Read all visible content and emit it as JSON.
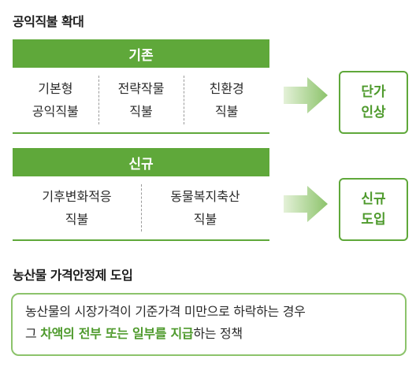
{
  "expand_section": {
    "title": "공익직불 확대",
    "existing": {
      "header": "기존",
      "items": [
        [
          "기본형",
          "공익직불"
        ],
        [
          "전략작물",
          "직불"
        ],
        [
          "친환경",
          "직불"
        ]
      ],
      "result": [
        "단가",
        "인상"
      ]
    },
    "new": {
      "header": "신규",
      "items": [
        [
          "기후변화적응",
          "직불"
        ],
        [
          "동물복지축산",
          "직불"
        ]
      ],
      "result": [
        "신규",
        "도입"
      ]
    }
  },
  "price_section": {
    "title": "농산물 가격안정제 도입",
    "line1": "농산물의 시장가격이 기준가격 미만으로 하락하는 경우",
    "line2_prefix": "그 ",
    "line2_highlight": "차액의 전부 또는 일부를 지급",
    "line2_suffix": "하는 정책"
  },
  "colors": {
    "accent": "#5fa83a",
    "accent_text": "#4e9a2c",
    "box_border": "#8cc36b"
  }
}
